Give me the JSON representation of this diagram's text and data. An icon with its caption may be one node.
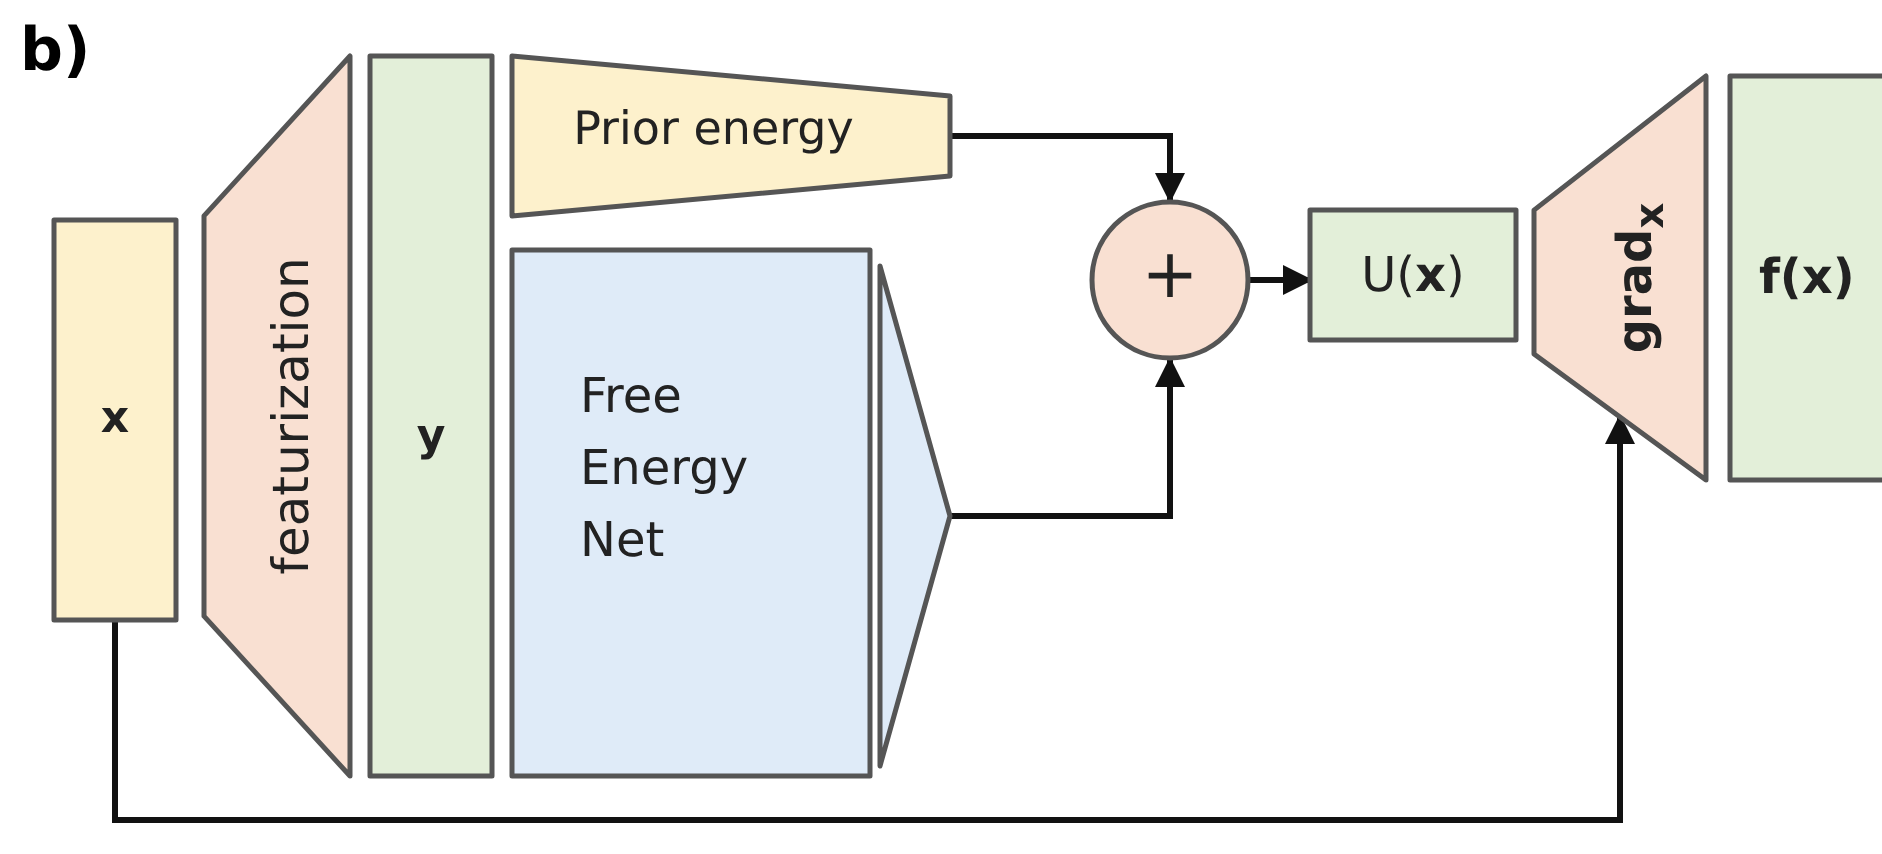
{
  "diagram": {
    "title": "b)",
    "nodes": [
      {
        "text": [
          "x"
        ]
      },
      {
        "text": [
          "featurization"
        ]
      },
      {
        "text": [
          "y"
        ]
      },
      {
        "text": [
          "Prior energy"
        ]
      },
      {
        "text": [
          "Free Energy Net"
        ]
      },
      {
        "text": [],
        "shape": "triangle"
      },
      {
        "text": [
          "+"
        ]
      },
      {
        "text": [
          "U(**x**)"
        ]
      },
      {
        "text": [
          "grad$_{x}$"
        ]
      },
      {
        "text": [
          "f(x)"
        ]
      }
    ],
    "edges": [
      {
        "from": 3,
        "to": 6,
        "arrow": "to"
      },
      {
        "from": 5,
        "to": 6,
        "arrow": "to"
      },
      {
        "from": 6,
        "to": 7,
        "arrow": "to"
      },
      {
        "from": 0,
        "to": 8,
        "arrow": "to"
      }
    ]
  }
}
